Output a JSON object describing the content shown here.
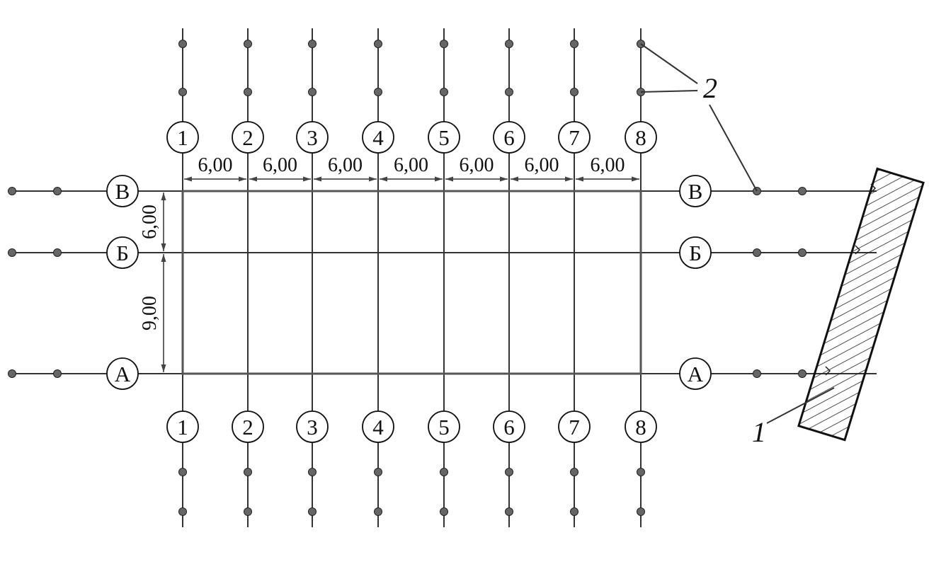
{
  "columns": [
    "1",
    "2",
    "3",
    "4",
    "5",
    "6",
    "7",
    "8"
  ],
  "rows": [
    "А",
    "Б",
    "В"
  ],
  "column_spacings": [
    "6,00",
    "6,00",
    "6,00",
    "6,00",
    "6,00",
    "6,00",
    "6,00"
  ],
  "row_spacings": [
    {
      "from": "А",
      "to": "Б",
      "label": "9,00"
    },
    {
      "from": "Б",
      "to": "В",
      "label": "6,00"
    }
  ],
  "callouts": {
    "benchmark": "1",
    "pegs": "2"
  },
  "colors": {
    "line": "#333333",
    "outline": "#555555",
    "peg": "#666666"
  }
}
